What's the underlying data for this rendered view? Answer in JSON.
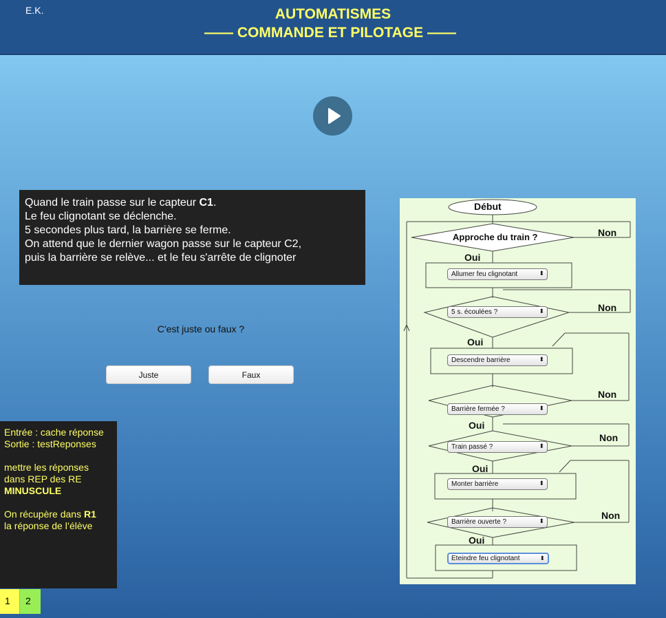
{
  "header": {
    "author": "E.K.",
    "title_line1": "AUTOMATISMES",
    "title_line2": "—— COMMANDE ET PILOTAGE ——"
  },
  "statement": {
    "line1_pre": "Quand le train passe sur le capteur ",
    "line1_bold": "C1",
    "line1_post": ".",
    "line2": "Le feu clignotant se déclenche.",
    "line3": "5 secondes plus tard, la barrière se ferme.",
    "line4": "On attend que le dernier wagon passe sur le capteur C2,",
    "line5": "puis la barrière se relève... et le feu s'arrête de clignoter"
  },
  "question": "C'est juste ou faux ?",
  "buttons": {
    "juste": "Juste",
    "faux": "Faux"
  },
  "notes": {
    "line1": "Entrée : cache réponse",
    "line2": "Sortie : testReponses",
    "line3": "mettre les réponses",
    "line4": "dans REP des RE",
    "line5": "MINUSCULE",
    "line6_pre": "On récupère dans ",
    "line6_bold": "R1",
    "line7": "la réponse de l’élève"
  },
  "nav": {
    "page1": "1",
    "page2": "2"
  },
  "flowchart": {
    "start": "Début",
    "approach": "Approche du train ?",
    "yes": "Oui",
    "no": "Non",
    "selects": {
      "s1": "Allumer feu clignotant",
      "s2": "5 s. écoulées ?",
      "s3": "Descendre barrière",
      "s4": "Barrière fermée ?",
      "s5": "Train passé ?",
      "s6": "Monter barrière",
      "s7": "Barrière ouverte ?",
      "s8": "Eteindre feu clignotant"
    },
    "select_arrow": "▲▼"
  },
  "colors": {
    "header_bg": "#23538d",
    "title": "#ffff66",
    "notes_text": "#ffff66",
    "chart_bg": "#ecfbdd"
  },
  "icons": {
    "play": "play-icon",
    "select_arrows": "up-down-arrows-icon"
  }
}
